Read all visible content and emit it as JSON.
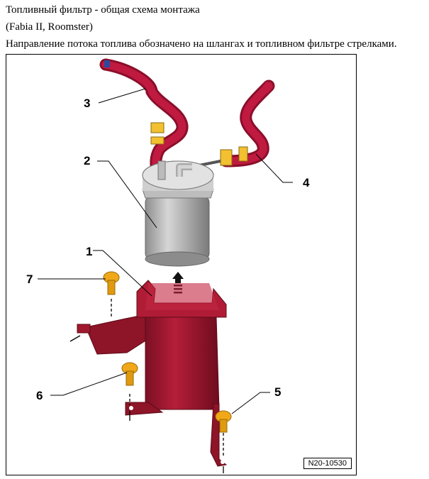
{
  "header": {
    "title": "Топливный фильтр - общая схема монтажа",
    "subtitle": "(Fabia II, Roomster)",
    "description": "Направление потока топлива обозначено на шлангах и топливном фильтре стрелками."
  },
  "figure": {
    "code": "N20-10530",
    "callouts": {
      "c1": "1",
      "c2": "2",
      "c3": "3",
      "c4": "4",
      "c5": "5",
      "c6": "6",
      "c7": "7"
    }
  },
  "colors": {
    "bracket": "#a0182e",
    "hose": "#b0163a",
    "filter": "#a8a8a8",
    "bolt": "#f0a818",
    "clamp": "#f2c030"
  }
}
